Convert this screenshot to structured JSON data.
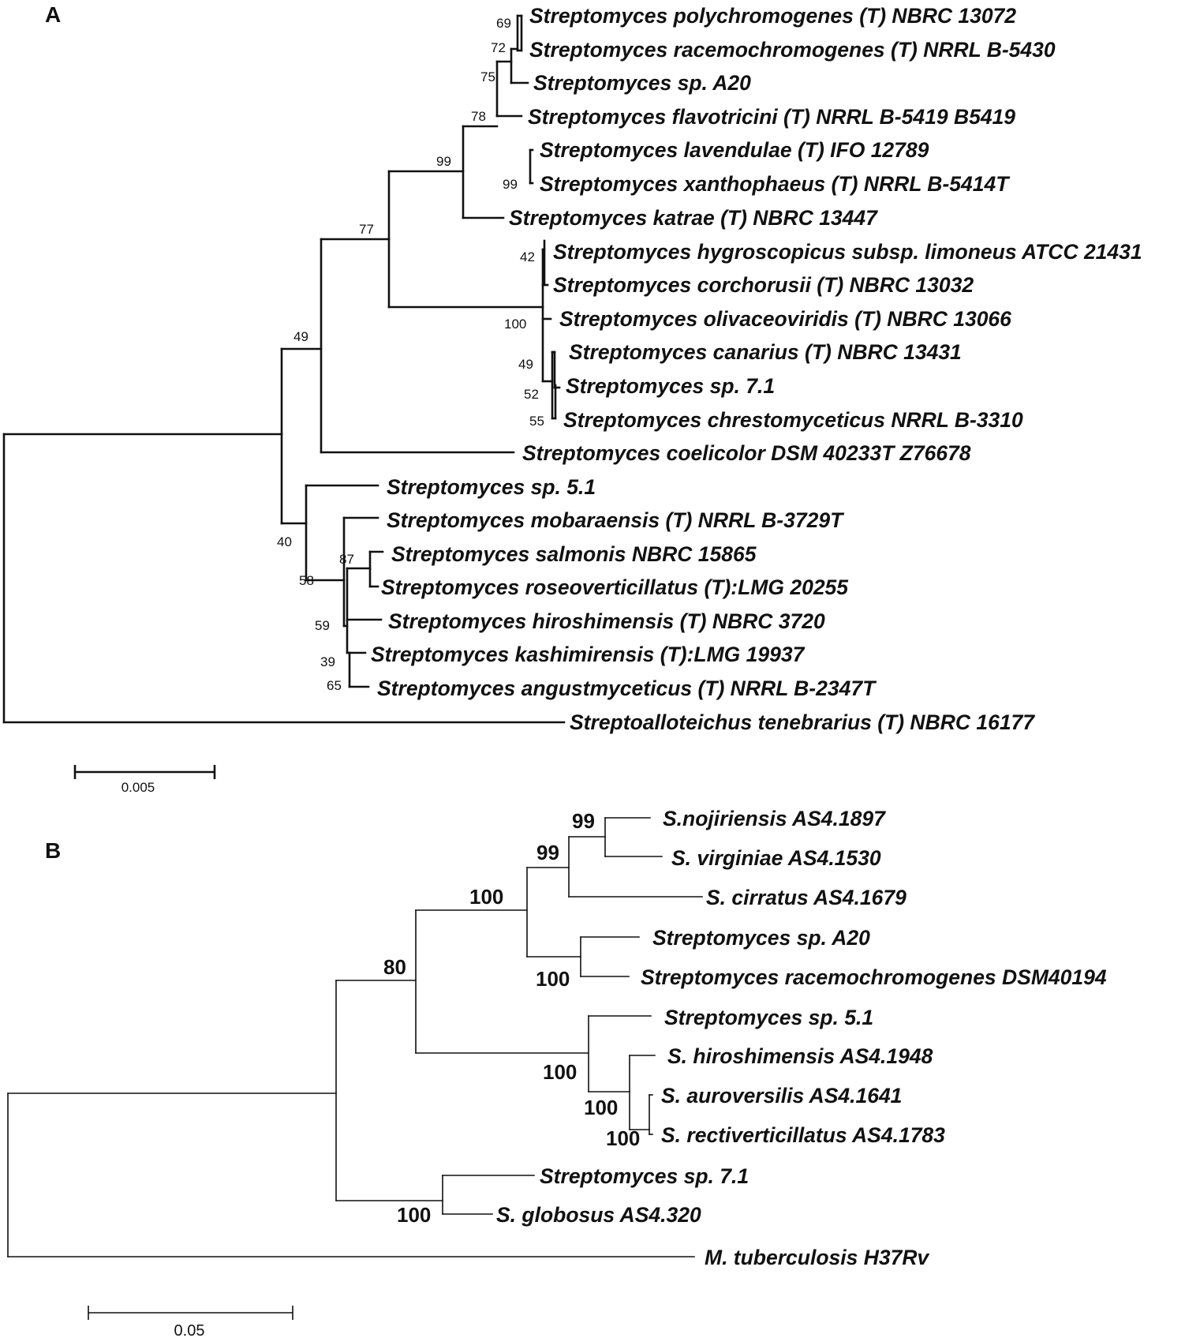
{
  "panels": [
    {
      "id": "A",
      "letter": "A",
      "scale_label": "0.005",
      "taxa": [
        "Streptomyces polychromogenes (T) NBRC 13072",
        "Streptomyces racemochromogenes (T) NRRL B-5430",
        "Streptomyces sp. A20",
        "Streptomyces flavotricini (T) NRRL B-5419 B5419",
        "Streptomyces lavendulae (T) IFO 12789",
        "Streptomyces xanthophaeus (T) NRRL B-5414T",
        "Streptomyces katrae (T) NBRC 13447",
        "Streptomyces hygroscopicus subsp. limoneus ATCC 21431",
        "Streptomyces corchorusii (T) NBRC 13032",
        "Streptomyces olivaceoviridis (T) NBRC 13066",
        "Streptomyces canarius (T) NBRC 13431",
        "Streptomyces sp. 7.1",
        "Streptomyces chrestomyceticus NRRL B-3310",
        "Streptomyces coelicolor DSM 40233T Z76678",
        "Streptomyces sp. 5.1",
        "Streptomyces mobaraensis (T) NRRL B-3729T",
        "Streptomyces salmonis NBRC 15865",
        "Streptomyces roseoverticillatus (T):LMG 20255",
        "Streptomyces hiroshimensis (T) NBRC 3720",
        "Streptomyces kashimirensis (T):LMG 19937",
        "Streptomyces angustmyceticus (T) NRRL B-2347T",
        "Streptoalloteichus tenebrarius (T) NBRC 16177"
      ],
      "bootstraps": [
        "69",
        "72",
        "75",
        "78",
        "99",
        "99",
        "77",
        "49",
        "42",
        "100",
        "49",
        "52",
        "55",
        "87",
        "58",
        "40",
        "59",
        "39",
        "65"
      ]
    },
    {
      "id": "B",
      "letter": "B",
      "scale_label": "0.05",
      "taxa": [
        "S.nojiriensis AS4.1897",
        "S. virginiae AS4.1530",
        "S. cirratus AS4.1679",
        "Streptomyces sp. A20",
        "Streptomyces racemochromogenes DSM40194",
        "Streptomyces sp. 5.1",
        "S. hiroshimensis AS4.1948",
        "S. auroversilis AS4.1641",
        "S. rectiverticillatus AS4.1783",
        "Streptomyces sp. 7.1",
        "S. globosus AS4.320",
        "M. tuberculosis H37Rv"
      ],
      "bootstraps": [
        "99",
        "99",
        "100",
        "100",
        "80",
        "100",
        "100",
        "100",
        "100"
      ]
    }
  ],
  "colors": {
    "line": "#111111",
    "background": "#ffffff"
  }
}
